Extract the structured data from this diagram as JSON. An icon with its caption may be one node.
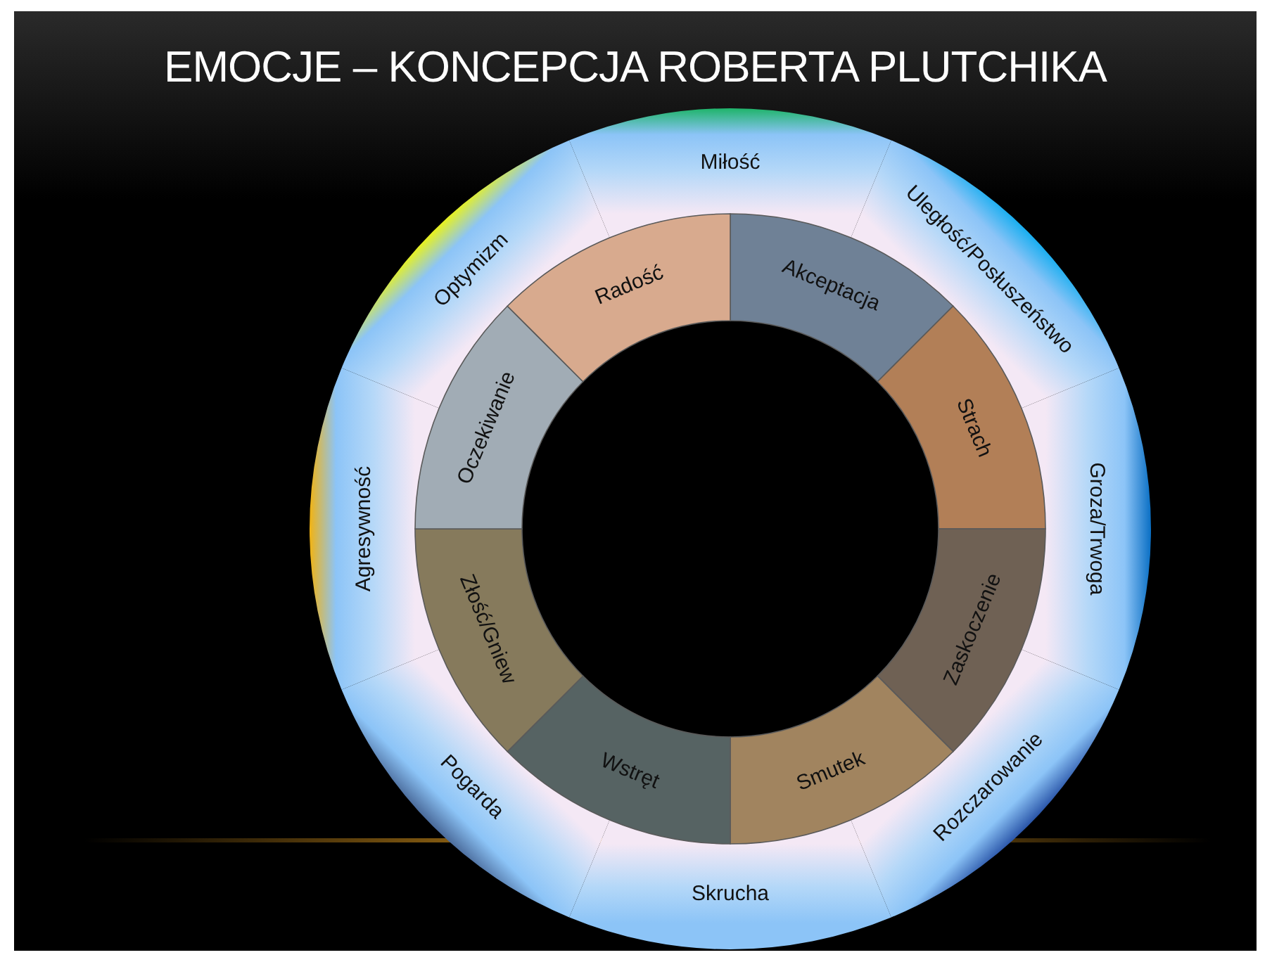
{
  "diagram": {
    "title": "EMOCJE – KONCEPCJA ROBERTA PLUTCHIKA",
    "nodes": [
      {
        "text": [
          "Miłość"
        ]
      },
      {
        "text": [
          "Uległość/Posłuszeństwo"
        ]
      },
      {
        "text": [
          "Groza/Trwoga"
        ]
      },
      {
        "text": [
          "Rozczarowanie"
        ]
      },
      {
        "text": [
          "Skrucha"
        ]
      },
      {
        "text": [
          "Pogarda"
        ]
      },
      {
        "text": [
          "Agresywność"
        ]
      },
      {
        "text": [
          "Optymizm"
        ]
      },
      {
        "text": [
          "Akceptacja"
        ]
      },
      {
        "text": [
          "Strach"
        ]
      },
      {
        "text": [
          "Zaskoczenie"
        ]
      },
      {
        "text": [
          "Smutek"
        ]
      },
      {
        "text": [
          "Wstręt"
        ]
      },
      {
        "text": [
          "Złość/Gniew"
        ]
      },
      {
        "text": [
          "Oczekiwanie"
        ]
      },
      {
        "text": [
          "Radość"
        ]
      }
    ]
  }
}
